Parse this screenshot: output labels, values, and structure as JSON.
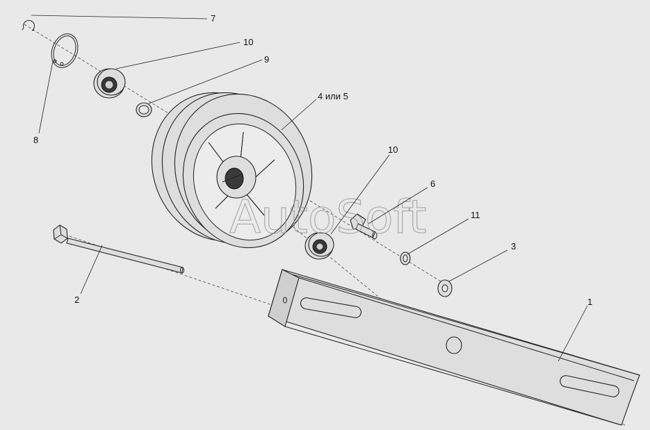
{
  "diagram": {
    "callouts": [
      {
        "id": "7",
        "text": "7"
      },
      {
        "id": "10a",
        "text": "10"
      },
      {
        "id": "9",
        "text": "9"
      },
      {
        "id": "8",
        "text": "8"
      },
      {
        "id": "45",
        "text": "4 или 5"
      },
      {
        "id": "10b",
        "text": "10"
      },
      {
        "id": "6",
        "text": "6"
      },
      {
        "id": "11",
        "text": "11"
      },
      {
        "id": "3",
        "text": "3"
      },
      {
        "id": "2",
        "text": "2"
      },
      {
        "id": "1",
        "text": "1"
      }
    ],
    "watermark": "AutoSoft"
  }
}
